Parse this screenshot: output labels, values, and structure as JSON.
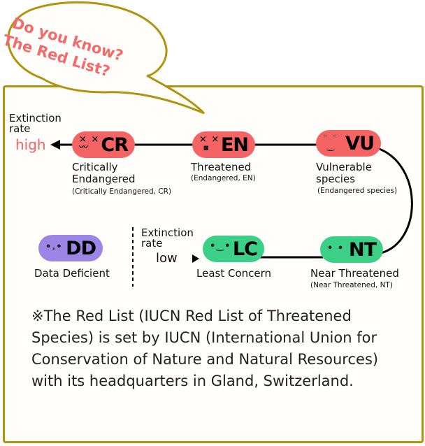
{
  "bubble": {
    "line1": "Do you know?",
    "line2": "The Red List?"
  },
  "scale_high": {
    "label": "Extinction\nrate",
    "level": "high"
  },
  "scale_low": {
    "label": "Extinction\nrate",
    "level": "low"
  },
  "categories": [
    {
      "code": "CR",
      "name": "Critically\nEndangered",
      "sub": "(Critically Endangered, CR)"
    },
    {
      "code": "EN",
      "name": "Threatened",
      "sub": "(Endangered, EN)"
    },
    {
      "code": "VU",
      "name": "Vulnerable\nspecies",
      "sub": "(Endangered species)"
    },
    {
      "code": "NT",
      "name": "Near Threatened",
      "sub": "(Near Threatened, NT)"
    },
    {
      "code": "LC",
      "name": "Least Concern"
    },
    {
      "code": "DD",
      "name": "Data Deficient"
    }
  ],
  "colors": {
    "threatened": "#f46464",
    "safe": "#3ccf86",
    "deficient": "#9b86e6",
    "frame": "#b0930e"
  },
  "note": "※The Red List (IUCN Red List of Threatened Species) is set by IUCN (International Union for Conservation of Nature and Natural Resources) with its headquarters in Gland, Switzerland."
}
